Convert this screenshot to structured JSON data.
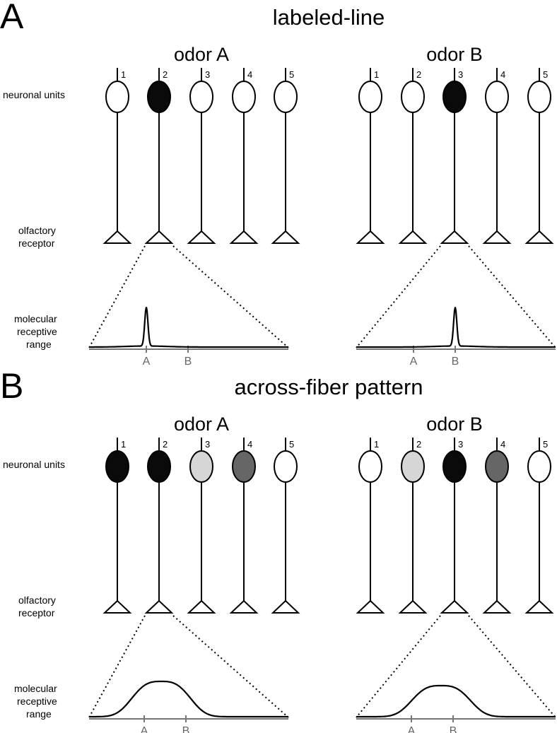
{
  "panels": [
    {
      "letter": "A",
      "title": "labeled-line",
      "groups": [
        {
          "odor": "odor A",
          "units": [
            {
              "num": "1",
              "fill": "#ffffff"
            },
            {
              "num": "2",
              "fill": "#0a0a0a"
            },
            {
              "num": "3",
              "fill": "#ffffff"
            },
            {
              "num": "4",
              "fill": "#ffffff"
            },
            {
              "num": "5",
              "fill": "#ffffff"
            }
          ],
          "zoomed_unit": 2,
          "curve_shape": "narrow peak at A",
          "axis_ticks": [
            "A",
            "B"
          ]
        },
        {
          "odor": "odor B",
          "units": [
            {
              "num": "1",
              "fill": "#ffffff"
            },
            {
              "num": "2",
              "fill": "#ffffff"
            },
            {
              "num": "3",
              "fill": "#0a0a0a"
            },
            {
              "num": "4",
              "fill": "#ffffff"
            },
            {
              "num": "5",
              "fill": "#ffffff"
            }
          ],
          "zoomed_unit": 3,
          "curve_shape": "narrow peak at B",
          "axis_ticks": [
            "A",
            "B"
          ]
        }
      ]
    },
    {
      "letter": "B",
      "title": "across-fiber pattern",
      "groups": [
        {
          "odor": "odor A",
          "units": [
            {
              "num": "1",
              "fill": "#0a0a0a"
            },
            {
              "num": "2",
              "fill": "#0a0a0a"
            },
            {
              "num": "3",
              "fill": "#d6d6d6"
            },
            {
              "num": "4",
              "fill": "#666666"
            },
            {
              "num": "5",
              "fill": "#ffffff"
            }
          ],
          "zoomed_unit": 2,
          "curve_shape": "broad hump around A-B",
          "axis_ticks": [
            "A",
            "B"
          ]
        },
        {
          "odor": "odor B",
          "units": [
            {
              "num": "1",
              "fill": "#ffffff"
            },
            {
              "num": "2",
              "fill": "#d6d6d6"
            },
            {
              "num": "3",
              "fill": "#0a0a0a"
            },
            {
              "num": "4",
              "fill": "#666666"
            },
            {
              "num": "5",
              "fill": "#ffffff"
            }
          ],
          "zoomed_unit": 3,
          "curve_shape": "broad hump around A-B",
          "axis_ticks": [
            "A",
            "B"
          ]
        }
      ]
    }
  ],
  "row_labels": {
    "neuronal_units": "neuronal units",
    "olfactory_receptor": [
      "olfactory",
      "receptor"
    ],
    "molecular_range": [
      "molecular",
      "receptive",
      "range"
    ]
  },
  "colors": {
    "line": "#000000",
    "axis": "#777777"
  }
}
